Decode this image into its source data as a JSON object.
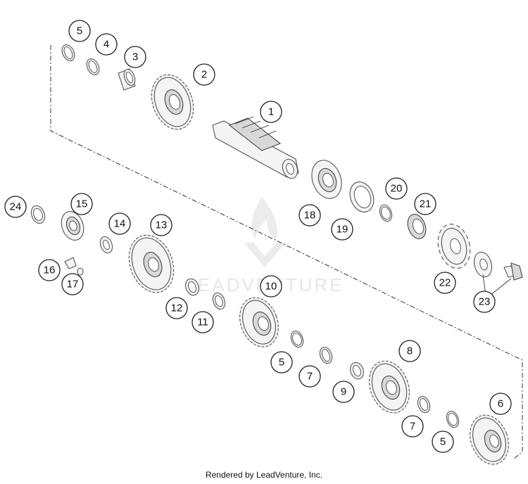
{
  "watermark": "LEADVENTURE",
  "footer": "Rendered by LeadVenture, Inc.",
  "callouts": {
    "c1": "1",
    "c2": "2",
    "c3": "3",
    "c4": "4",
    "c5a": "5",
    "c5b": "5",
    "c5c": "5",
    "c6": "6",
    "c7a": "7",
    "c7b": "7",
    "c8": "8",
    "c9": "9",
    "c10": "10",
    "c11": "11",
    "c12": "12",
    "c13": "13",
    "c14": "14",
    "c15": "15",
    "c16": "16",
    "c17": "17",
    "c18": "18",
    "c19": "19",
    "c20": "20",
    "c21": "21",
    "c22": "22",
    "c23": "23",
    "c24": "24"
  }
}
